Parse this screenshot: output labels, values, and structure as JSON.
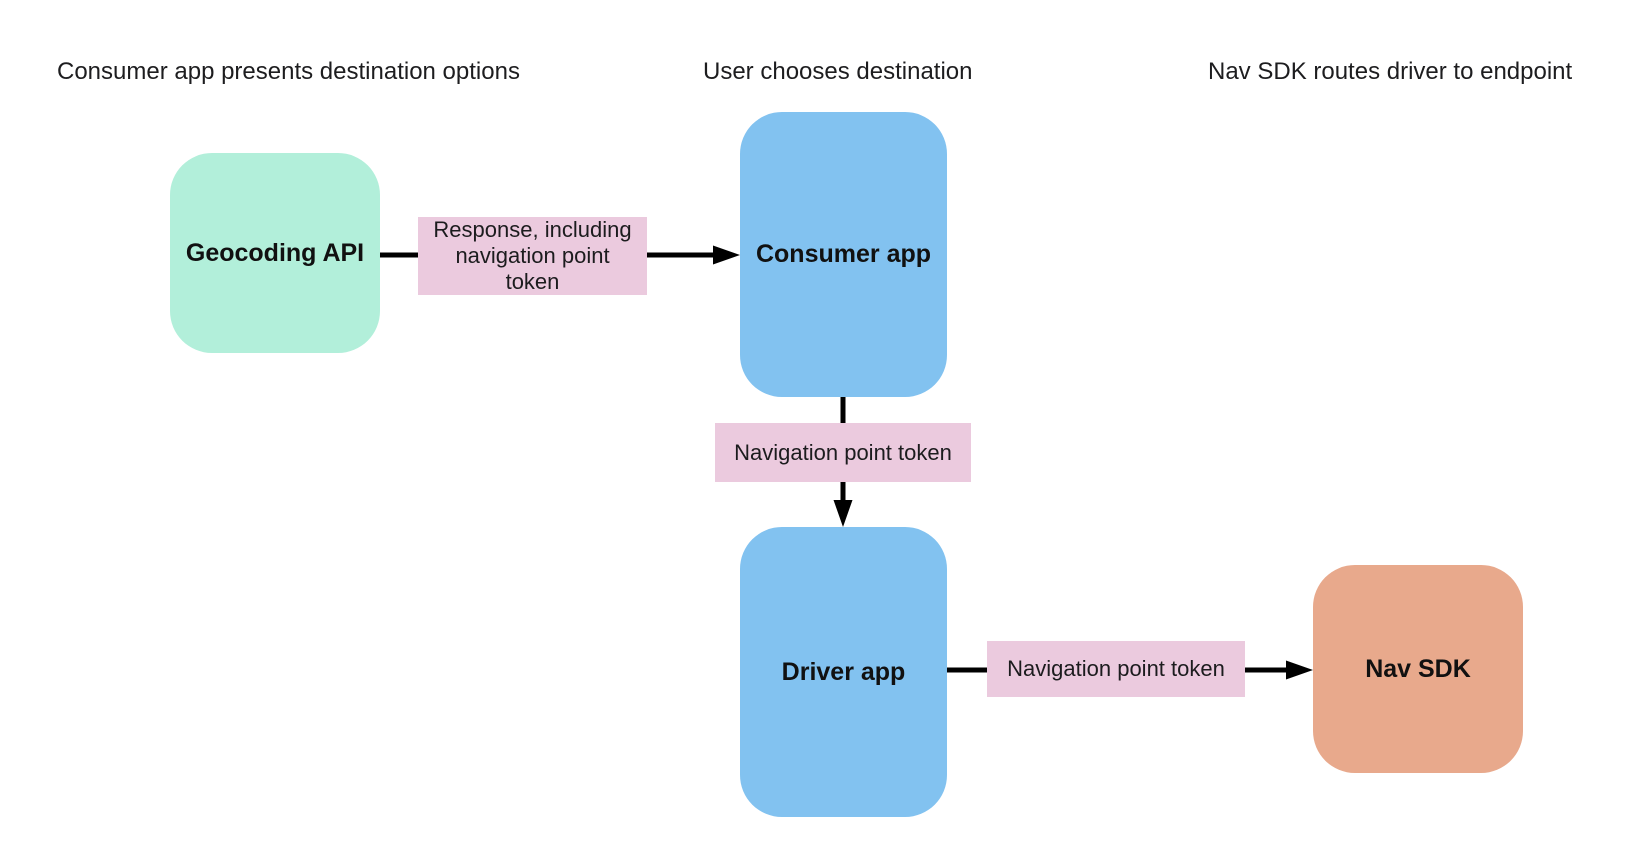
{
  "diagram": {
    "headers": [
      {
        "text": "Consumer app presents destination options"
      },
      {
        "text": "User chooses destination"
      },
      {
        "text": "Nav SDK routes driver to endpoint"
      }
    ],
    "nodes": [
      {
        "id": "geocoding-api",
        "label": "Geocoding API",
        "color": "#b2efda"
      },
      {
        "id": "consumer-app",
        "label": "Consumer app",
        "color": "#82c2f0"
      },
      {
        "id": "driver-app",
        "label": "Driver app",
        "color": "#82c2f0"
      },
      {
        "id": "nav-sdk",
        "label": "Nav SDK",
        "color": "#e8a98c"
      }
    ],
    "edges": [
      {
        "from": "geocoding-api",
        "to": "consumer-app",
        "label": "Response, including navigation point token"
      },
      {
        "from": "consumer-app",
        "to": "driver-app",
        "label": "Navigation point token"
      },
      {
        "from": "driver-app",
        "to": "nav-sdk",
        "label": "Navigation point token"
      }
    ],
    "colors": {
      "background": "#ffffff",
      "edge_label_bg": "#ebcade",
      "arrow": "#000000",
      "header_text": "#1d1d1f",
      "node_text": "#111111"
    }
  }
}
